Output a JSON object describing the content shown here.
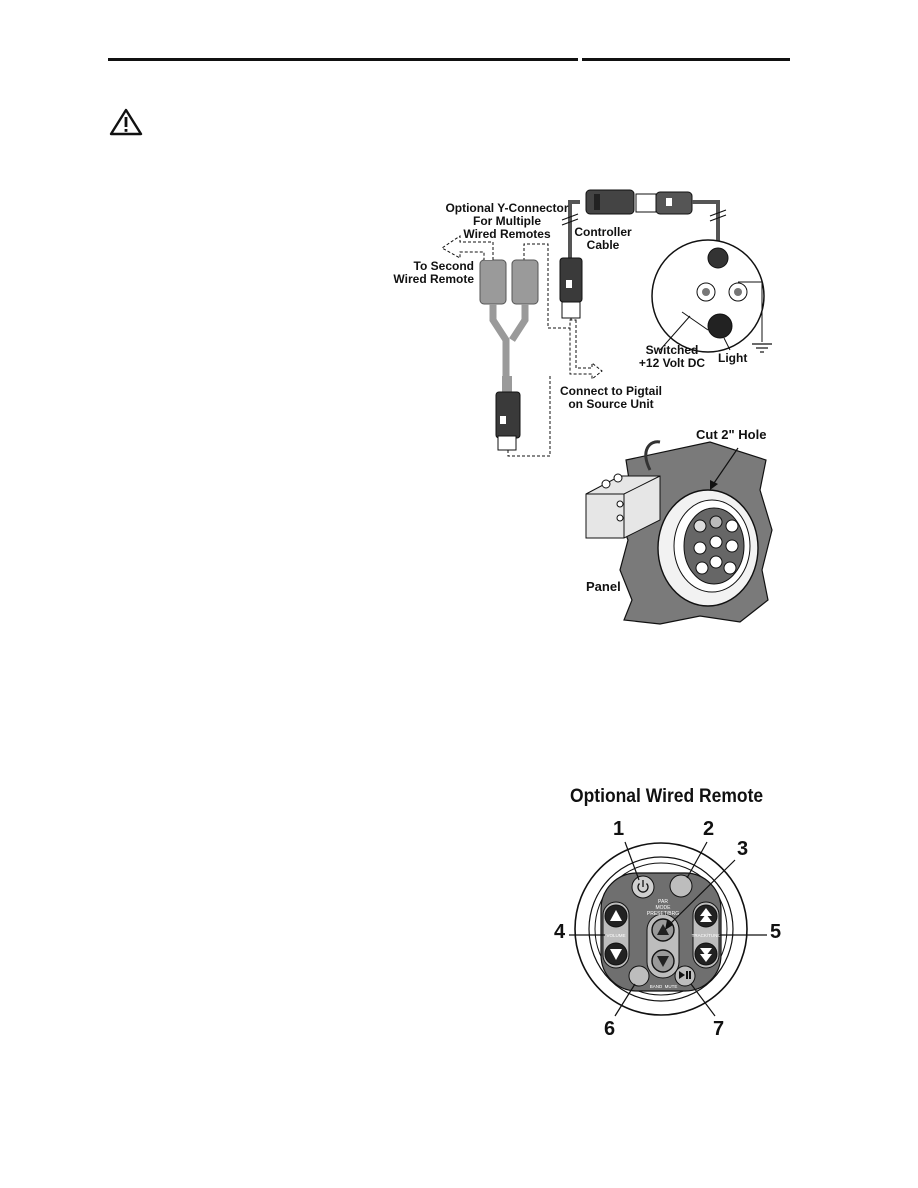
{
  "header_rule": {
    "present": true
  },
  "warning": {
    "icon": "warning-triangle-icon"
  },
  "wiring_diagram": {
    "y_connector_label": [
      "Optional Y-Connector",
      "For Multiple",
      "Wired Remotes"
    ],
    "second_remote_label": [
      "To Second",
      "Wired Remote"
    ],
    "controller_cable_label": [
      "Controller",
      "Cable"
    ],
    "pigtail_label": [
      "Connect to Pigtail",
      "on Source Unit"
    ],
    "switched_label": [
      "Switched",
      "+12 Volt DC"
    ],
    "light_label": "Light",
    "cut_hole_label": "Cut 2\" Hole",
    "panel_label": "Panel"
  },
  "remote_figure": {
    "title": "Optional Wired Remote",
    "callouts": [
      "1",
      "2",
      "3",
      "4",
      "5",
      "6",
      "7"
    ],
    "button_labels": {
      "par_mode": "PAR",
      "mode": "MODE",
      "preset": "PRESET/BRG",
      "volume": "VOLUME",
      "track": "TRACK/TUNE",
      "band": "BAND",
      "mute": "MUTE"
    },
    "colors": {
      "ink": "#111111",
      "face": "#6f6f6f",
      "light_gray": "#bdbdbd"
    }
  }
}
